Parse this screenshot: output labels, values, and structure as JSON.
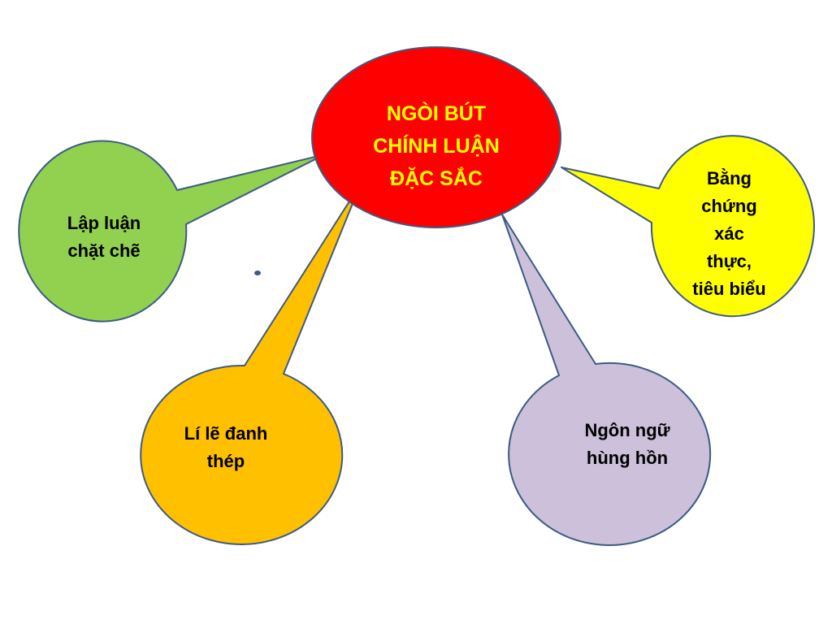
{
  "colors": {
    "background": "#ffffff",
    "outline": "#3c5a85",
    "center_fill": "#ff0000",
    "center_text": "#ffff00",
    "green": "#92d050",
    "yellow": "#ffff00",
    "orange": "#ffc000",
    "lavender": "#ccc0da",
    "dot": "#3c5a85"
  },
  "center": {
    "lines": [
      "NGÒI BÚT",
      "CHÍNH LUẬN",
      "ĐẶC SẮC"
    ]
  },
  "bubbles": [
    {
      "id": "green",
      "lines": [
        "Lập luận",
        "chặt chẽ"
      ]
    },
    {
      "id": "yellow",
      "lines": [
        "Bằng",
        "chứng",
        "xác",
        "thực,",
        "tiêu biểu"
      ]
    },
    {
      "id": "orange",
      "lines": [
        "Lí lẽ đanh",
        "thép"
      ]
    },
    {
      "id": "lavender",
      "lines": [
        "Ngôn ngữ",
        "hùng hồn"
      ]
    }
  ]
}
